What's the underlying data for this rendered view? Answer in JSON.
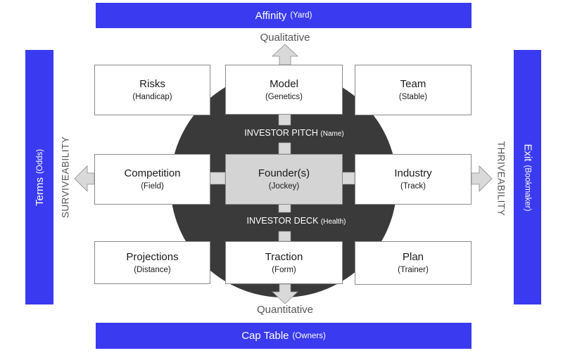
{
  "top_bar": {
    "title": "Affinity",
    "sub": "(Yard)"
  },
  "bottom_bar": {
    "title": "Cap Table",
    "sub": "(Owners)"
  },
  "left_bar": {
    "title": "Terms",
    "sub": "(Odds)"
  },
  "right_bar": {
    "title": "Exit",
    "sub": "(Bookmaker)"
  },
  "axes": {
    "up": "Qualitative",
    "down": "Quantitative",
    "left": "SURVIVEABILITY",
    "right": "THRIVEABILITY"
  },
  "circle": {
    "pitch": {
      "title": "INVESTOR PITCH",
      "sub": "(Name)"
    },
    "deck": {
      "title": "INVESTOR DECK",
      "sub": "(Health)"
    }
  },
  "boxes": {
    "risks": {
      "title": "Risks",
      "sub": "(Handicap)"
    },
    "model": {
      "title": "Model",
      "sub": "(Genetics)"
    },
    "team": {
      "title": "Team",
      "sub": "(Stable)"
    },
    "competition": {
      "title": "Competition",
      "sub": "(Field)"
    },
    "founder": {
      "title": "Founder(s)",
      "sub": "(Jockey)"
    },
    "industry": {
      "title": "Industry",
      "sub": "(Track)"
    },
    "projections": {
      "title": "Projections",
      "sub": "(Distance)"
    },
    "traction": {
      "title": "Traction",
      "sub": "(Form)"
    },
    "plan": {
      "title": "Plan",
      "sub": "(Trainer)"
    }
  },
  "colors": {
    "bar": "#3a3af0",
    "circle": "#3a3a3a",
    "center_box": "#d4d4d4",
    "arrow": "#d9d9d9"
  }
}
